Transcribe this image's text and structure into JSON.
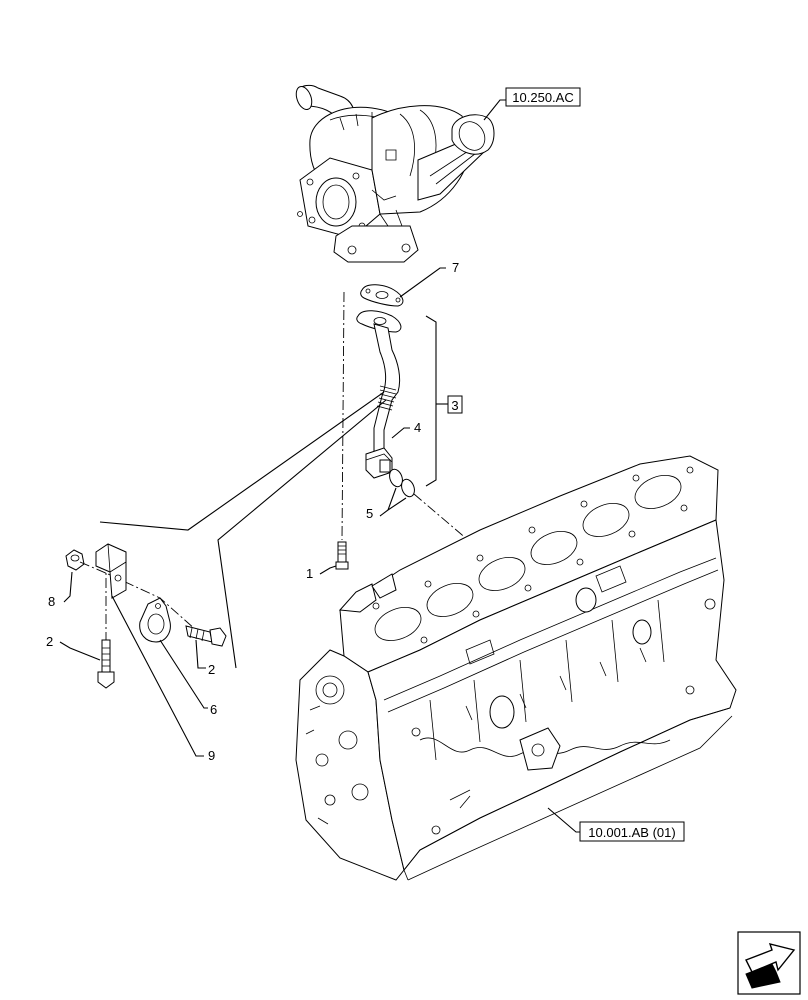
{
  "references": {
    "turbo_ref": "10.250.AC",
    "bracket_ref": "3",
    "block_ref": "10.001.AB (01)"
  },
  "callouts": {
    "c7": "7",
    "c4": "4",
    "c5": "5",
    "c1": "1",
    "c8": "8",
    "c2a": "2",
    "c2b": "2",
    "c6": "6",
    "c9": "9"
  },
  "icons": {
    "nav": "next-page-arrow-icon"
  }
}
